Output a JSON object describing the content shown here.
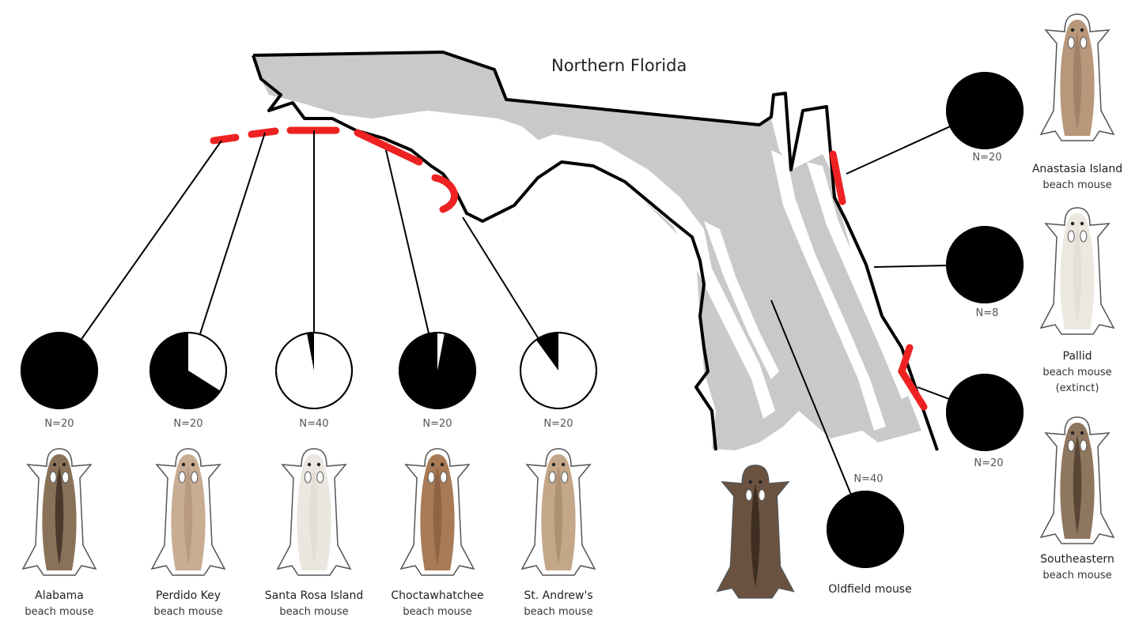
{
  "map": {
    "title": "Northern Florida",
    "land_color": "#c9c9c9",
    "border_color": "#000000",
    "marker_color": "#ee2222"
  },
  "populations": [
    {
      "id": "alabama",
      "n_label": "N=20",
      "name": "Alabama",
      "sub": "beach mouse",
      "dark_fraction": 1.0,
      "fur": "#8a7259",
      "stripe": "#4a3a2c"
    },
    {
      "id": "perdido",
      "n_label": "N=20",
      "name": "Perdido Key",
      "sub": "beach mouse",
      "dark_fraction": 0.66,
      "fur": "#c8ad93",
      "stripe": "#b89a80"
    },
    {
      "id": "santarosa",
      "n_label": "N=40",
      "name": "Santa Rosa Island",
      "sub": "beach mouse",
      "dark_fraction": 0.03,
      "fur": "#ebe7e0",
      "stripe": "#e3ddd4"
    },
    {
      "id": "choctaw",
      "n_label": "N=20",
      "name": "Choctawhatchee",
      "sub": "beach mouse",
      "dark_fraction": 0.97,
      "fur": "#a87a55",
      "stripe": "#8e6444"
    },
    {
      "id": "standrews",
      "n_label": "N=20",
      "name": "St. Andrew's",
      "sub": "beach mouse",
      "dark_fraction": 0.1,
      "fur": "#c4a689",
      "stripe": "#ae9073"
    },
    {
      "id": "oldfield",
      "n_label": "N=40",
      "name": "Oldfield mouse",
      "sub": "",
      "dark_fraction": 1.0,
      "fur": "#6b5240",
      "stripe": "#3e2e22"
    },
    {
      "id": "anastasia",
      "n_label": "N=20",
      "name": "Anastasia Island",
      "sub": "beach mouse",
      "dark_fraction": 1.0,
      "fur": "#b8977a",
      "stripe": "#a0826a"
    },
    {
      "id": "pallid",
      "n_label": "N=8",
      "name": "Pallid",
      "sub": "beach mouse",
      "sub2": "(extinct)",
      "dark_fraction": 1.0,
      "fur": "#ece8e0",
      "stripe": "#e4dfd6"
    },
    {
      "id": "southeastern",
      "n_label": "N=20",
      "name": "Southeastern",
      "sub": "beach mouse",
      "dark_fraction": 1.0,
      "fur": "#8f765e",
      "stripe": "#5a4636"
    }
  ]
}
